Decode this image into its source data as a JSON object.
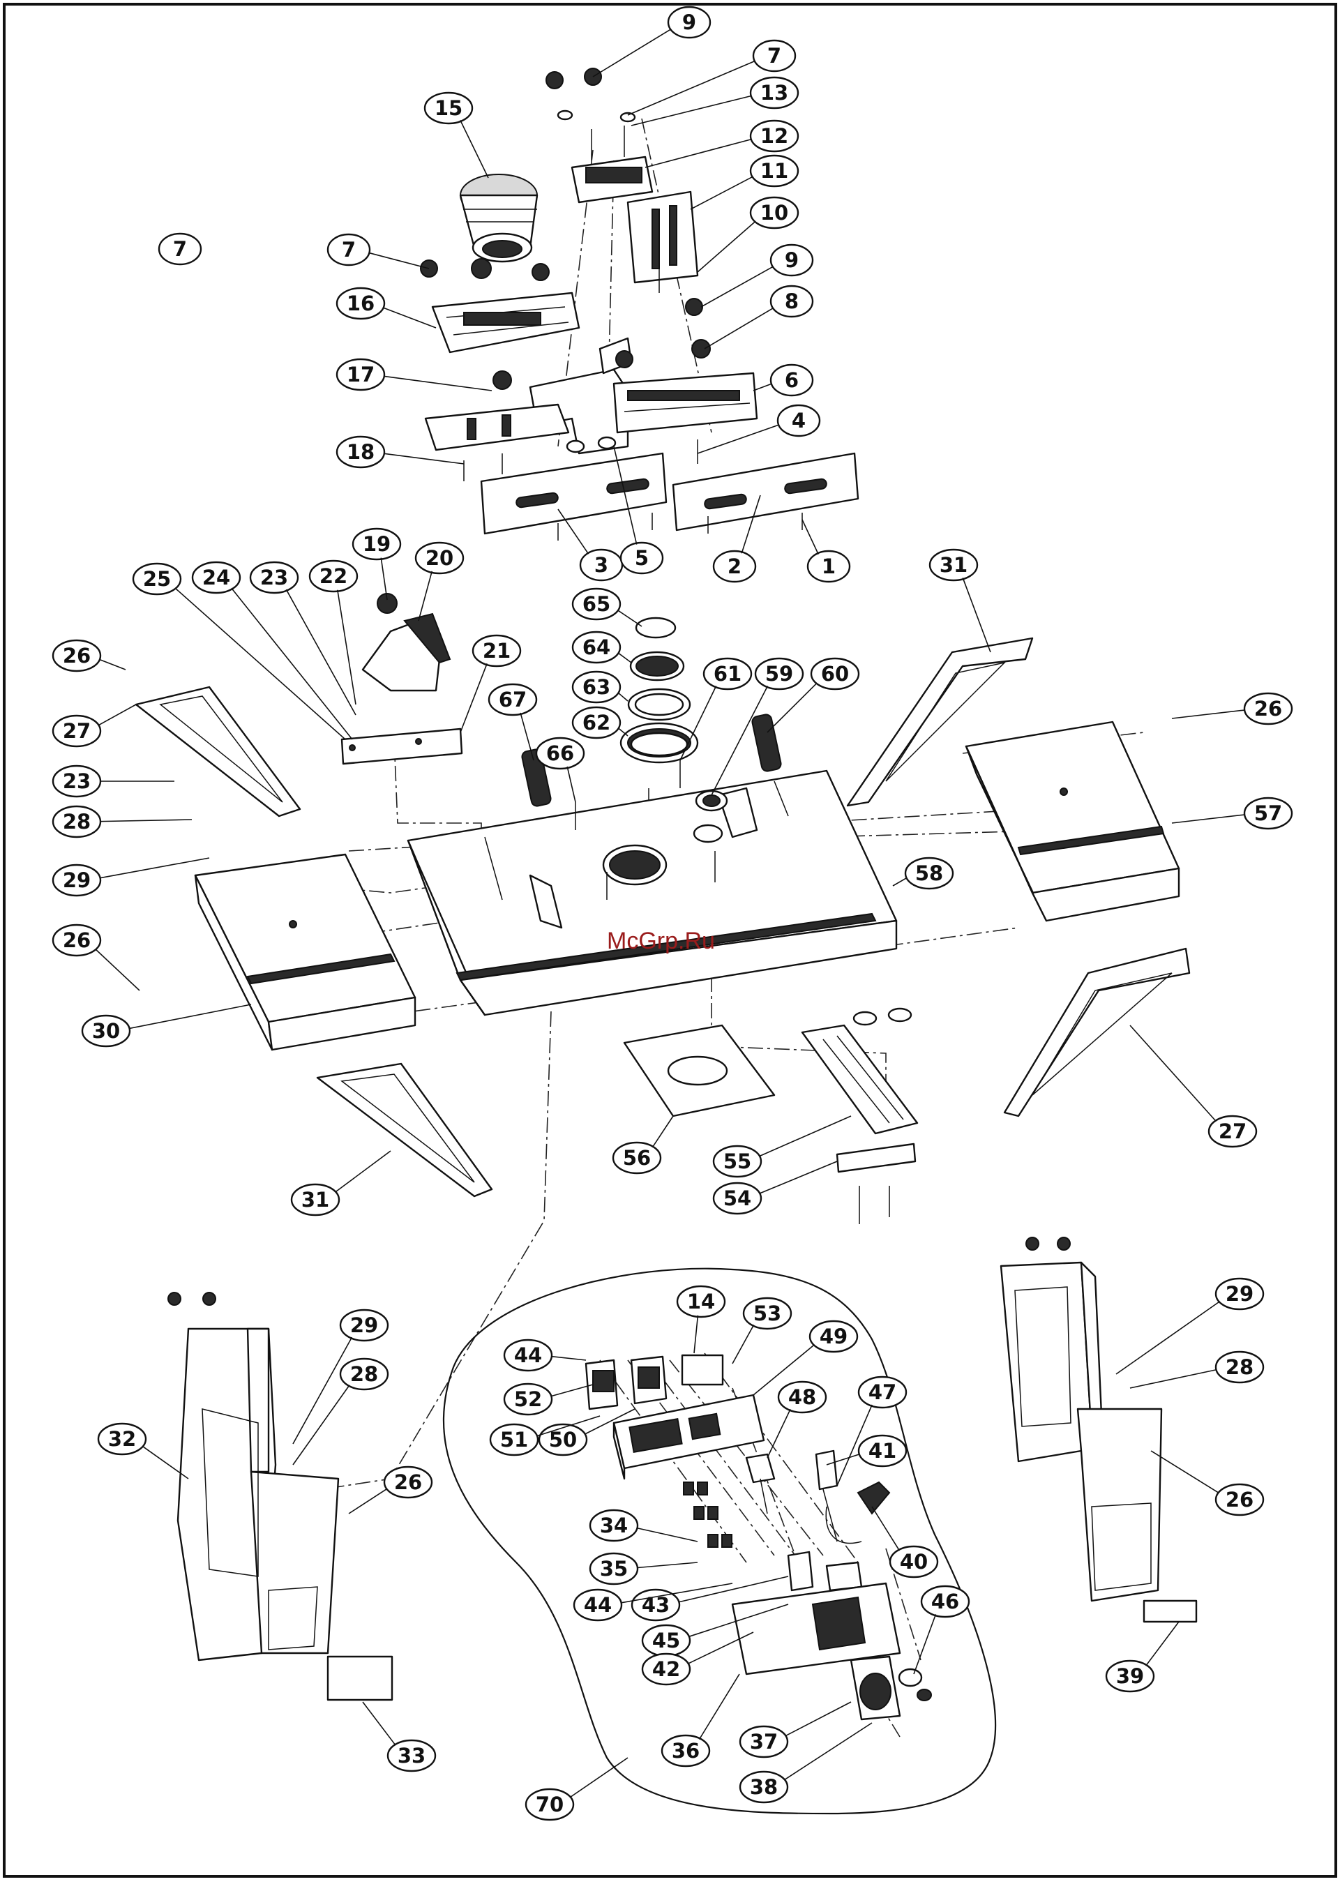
{
  "watermark": "McGrp.Ru",
  "callouts": [
    {
      "id": "c9a",
      "label": "9"
    },
    {
      "id": "c7a",
      "label": "7"
    },
    {
      "id": "c13",
      "label": "13"
    },
    {
      "id": "c15",
      "label": "15"
    },
    {
      "id": "c12",
      "label": "12"
    },
    {
      "id": "c11",
      "label": "11"
    },
    {
      "id": "c10",
      "label": "10"
    },
    {
      "id": "c7b",
      "label": "7"
    },
    {
      "id": "c9b",
      "label": "9"
    },
    {
      "id": "c8",
      "label": "8"
    },
    {
      "id": "c16",
      "label": "16"
    },
    {
      "id": "c7c",
      "label": "7"
    },
    {
      "id": "c17",
      "label": "17"
    },
    {
      "id": "c6",
      "label": "6"
    },
    {
      "id": "c4",
      "label": "4"
    },
    {
      "id": "c18",
      "label": "18"
    },
    {
      "id": "c3",
      "label": "3"
    },
    {
      "id": "c5",
      "label": "5"
    },
    {
      "id": "c2",
      "label": "2"
    },
    {
      "id": "c1",
      "label": "1"
    },
    {
      "id": "c19",
      "label": "19"
    },
    {
      "id": "c20",
      "label": "20"
    },
    {
      "id": "c25",
      "label": "25"
    },
    {
      "id": "c24",
      "label": "24"
    },
    {
      "id": "c23a",
      "label": "23"
    },
    {
      "id": "c22",
      "label": "22"
    },
    {
      "id": "c21",
      "label": "21"
    },
    {
      "id": "c26a",
      "label": "26"
    },
    {
      "id": "c27a",
      "label": "27"
    },
    {
      "id": "c23b",
      "label": "23"
    },
    {
      "id": "c28a",
      "label": "28"
    },
    {
      "id": "c29a",
      "label": "29"
    },
    {
      "id": "c26b",
      "label": "26"
    },
    {
      "id": "c30",
      "label": "30"
    },
    {
      "id": "c31a",
      "label": "31"
    },
    {
      "id": "c65",
      "label": "65"
    },
    {
      "id": "c64",
      "label": "64"
    },
    {
      "id": "c63",
      "label": "63"
    },
    {
      "id": "c62",
      "label": "62"
    },
    {
      "id": "c61",
      "label": "61"
    },
    {
      "id": "c59",
      "label": "59"
    },
    {
      "id": "c60",
      "label": "60"
    },
    {
      "id": "c67",
      "label": "67"
    },
    {
      "id": "c66",
      "label": "66"
    },
    {
      "id": "c31b",
      "label": "31"
    },
    {
      "id": "c26c",
      "label": "26"
    },
    {
      "id": "c57",
      "label": "57"
    },
    {
      "id": "c58",
      "label": "58"
    },
    {
      "id": "c27b",
      "label": "27"
    },
    {
      "id": "c56",
      "label": "56"
    },
    {
      "id": "c55",
      "label": "55"
    },
    {
      "id": "c54",
      "label": "54"
    },
    {
      "id": "c29b",
      "label": "29"
    },
    {
      "id": "c28b",
      "label": "28"
    },
    {
      "id": "c32",
      "label": "32"
    },
    {
      "id": "c26d",
      "label": "26"
    },
    {
      "id": "c33",
      "label": "33"
    },
    {
      "id": "c14",
      "label": "14"
    },
    {
      "id": "c53",
      "label": "53"
    },
    {
      "id": "c44a",
      "label": "44"
    },
    {
      "id": "c49",
      "label": "49"
    },
    {
      "id": "c52",
      "label": "52"
    },
    {
      "id": "c48",
      "label": "48"
    },
    {
      "id": "c47",
      "label": "47"
    },
    {
      "id": "c51",
      "label": "51"
    },
    {
      "id": "c50",
      "label": "50"
    },
    {
      "id": "c41",
      "label": "41"
    },
    {
      "id": "c34",
      "label": "34"
    },
    {
      "id": "c40",
      "label": "40"
    },
    {
      "id": "c35",
      "label": "35"
    },
    {
      "id": "c44b",
      "label": "44"
    },
    {
      "id": "c43",
      "label": "43"
    },
    {
      "id": "c46",
      "label": "46"
    },
    {
      "id": "c45",
      "label": "45"
    },
    {
      "id": "c42",
      "label": "42"
    },
    {
      "id": "c36",
      "label": "36"
    },
    {
      "id": "c37",
      "label": "37"
    },
    {
      "id": "c38",
      "label": "38"
    },
    {
      "id": "c70",
      "label": "70"
    },
    {
      "id": "c29c",
      "label": "29"
    },
    {
      "id": "c28c",
      "label": "28"
    },
    {
      "id": "c26e",
      "label": "26"
    },
    {
      "id": "c39",
      "label": "39"
    }
  ]
}
